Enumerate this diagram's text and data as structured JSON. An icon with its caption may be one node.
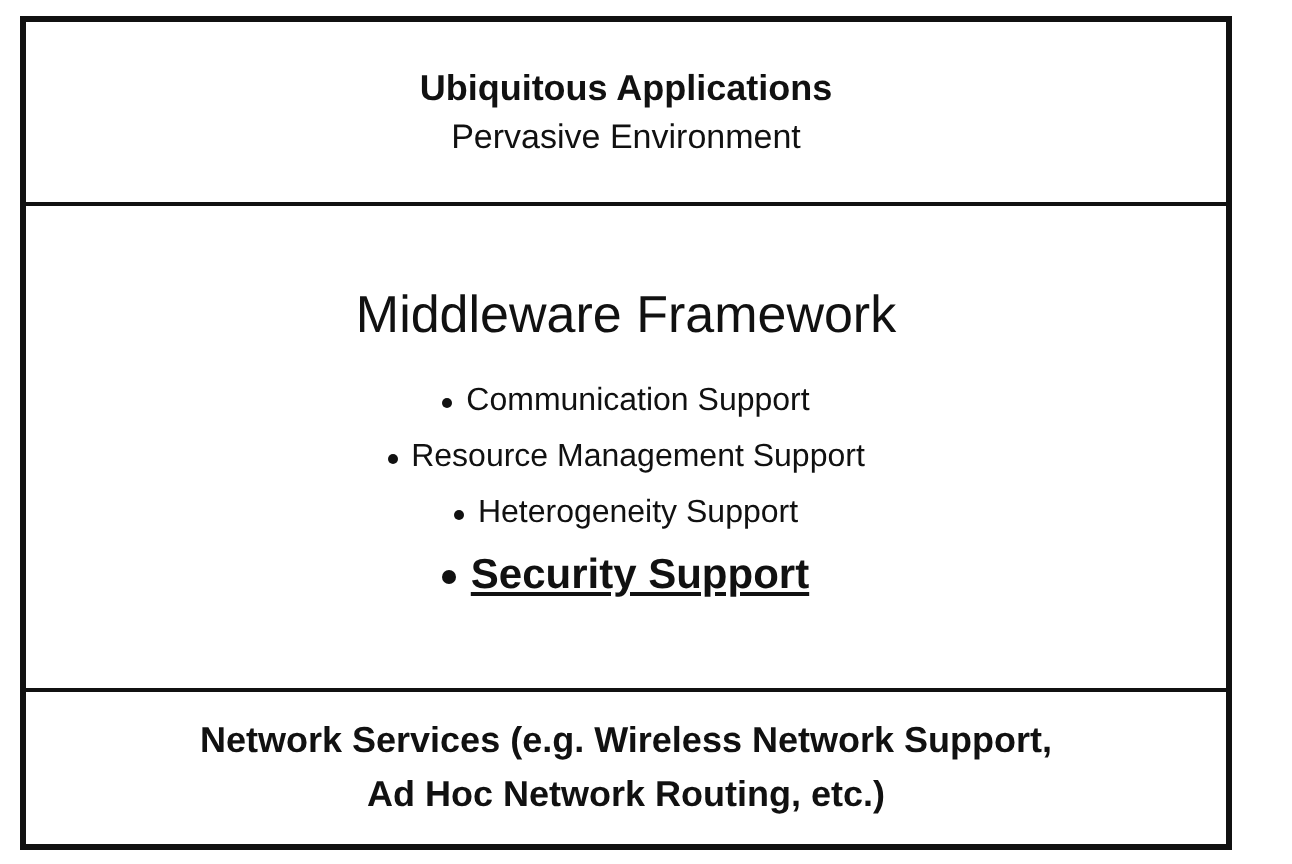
{
  "diagram": {
    "nodes": [
      {
        "text": [
          "Ubiquitous Applications",
          "Pervasive Environment"
        ]
      },
      {
        "text": [
          "Middleware Framework",
          "Communication Support",
          "Resource Management Support",
          "Heterogeneity Support",
          "Security Support"
        ]
      },
      {
        "text": [
          "Network Services (e.g. Wireless Network Support, Ad Hoc Network Routing, etc.)"
        ]
      }
    ]
  }
}
